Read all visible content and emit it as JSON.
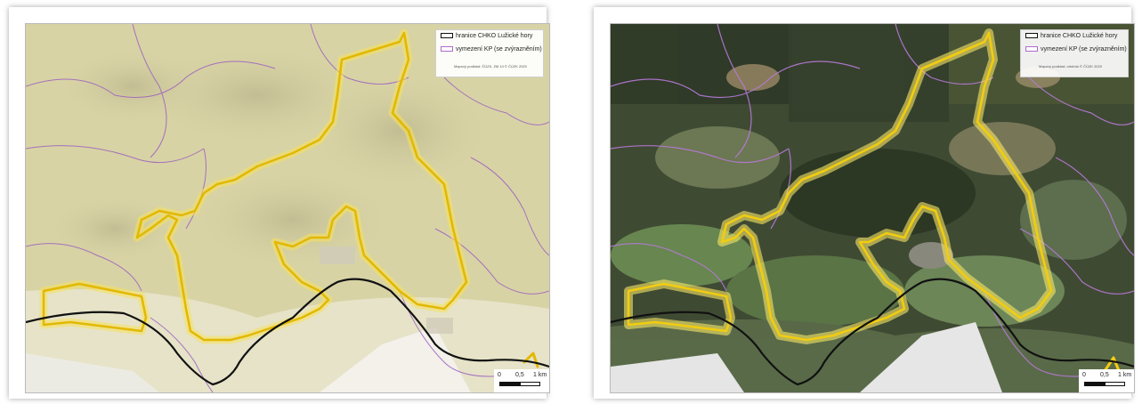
{
  "maps": [
    {
      "id": "topographic",
      "legend": {
        "border_label": "hranice CHKO Lužické hory",
        "kp_label": "vymezení KP (se zvýrazněním)",
        "note": "Mapový podklad: ČÚZK, ZM 10 © ČÚZK 2020"
      },
      "scale": {
        "zero": "0",
        "mid": "0,5",
        "end": "1 km"
      }
    },
    {
      "id": "orthophoto",
      "legend": {
        "border_label": "hranice CHKO Lužické hory",
        "kp_label": "vymezení KP (se zvýrazněním)",
        "note": "Mapový podklad: ortofoto © ČÚZK 2020"
      },
      "scale": {
        "zero": "0",
        "mid": "0,5",
        "end": "1 km"
      }
    }
  ],
  "colors": {
    "kp_highlight": "#f3d21a",
    "kp_core": "#e0b800",
    "chko_border": "#111111",
    "municipal_borders": "#9b5fc0",
    "topo_base": "#d9d4a6",
    "ortho_base": "#3e4a35"
  }
}
